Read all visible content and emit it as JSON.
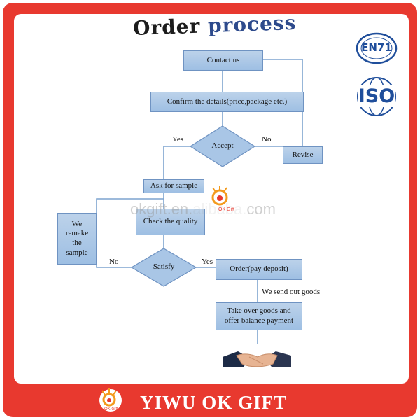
{
  "title": {
    "part1": "Order ",
    "part2": "process"
  },
  "nodes": {
    "contact": "Contact us",
    "confirm": "Confirm the details(price,package etc.)",
    "accept": "Accept",
    "revise": "Revise",
    "ask_sample": "Ask for sample",
    "check_quality": "Check the quality",
    "remake": "We remake the sample",
    "satisfy": "Satisfy",
    "order": "Order(pay deposit)",
    "take_over": "Take over goods and offer balance payment"
  },
  "edge_labels": {
    "accept_yes": "Yes",
    "accept_no": "No",
    "satisfy_no": "No",
    "satisfy_yes": "Yes",
    "send_goods": "We send out goods"
  },
  "badges": {
    "en71": "EN71",
    "iso": "ISO"
  },
  "watermark": "okgift.en.alibaba.com",
  "logo_small_text": "OK Gift",
  "footer": {
    "company": "YIWU OK GIFT",
    "logo_text": "OK Gift"
  },
  "colors": {
    "frame": "#e8392f",
    "box_fill": "#a9c6e6",
    "box_border": "#6f93c2",
    "badge_blue": "#1f4e9b"
  }
}
